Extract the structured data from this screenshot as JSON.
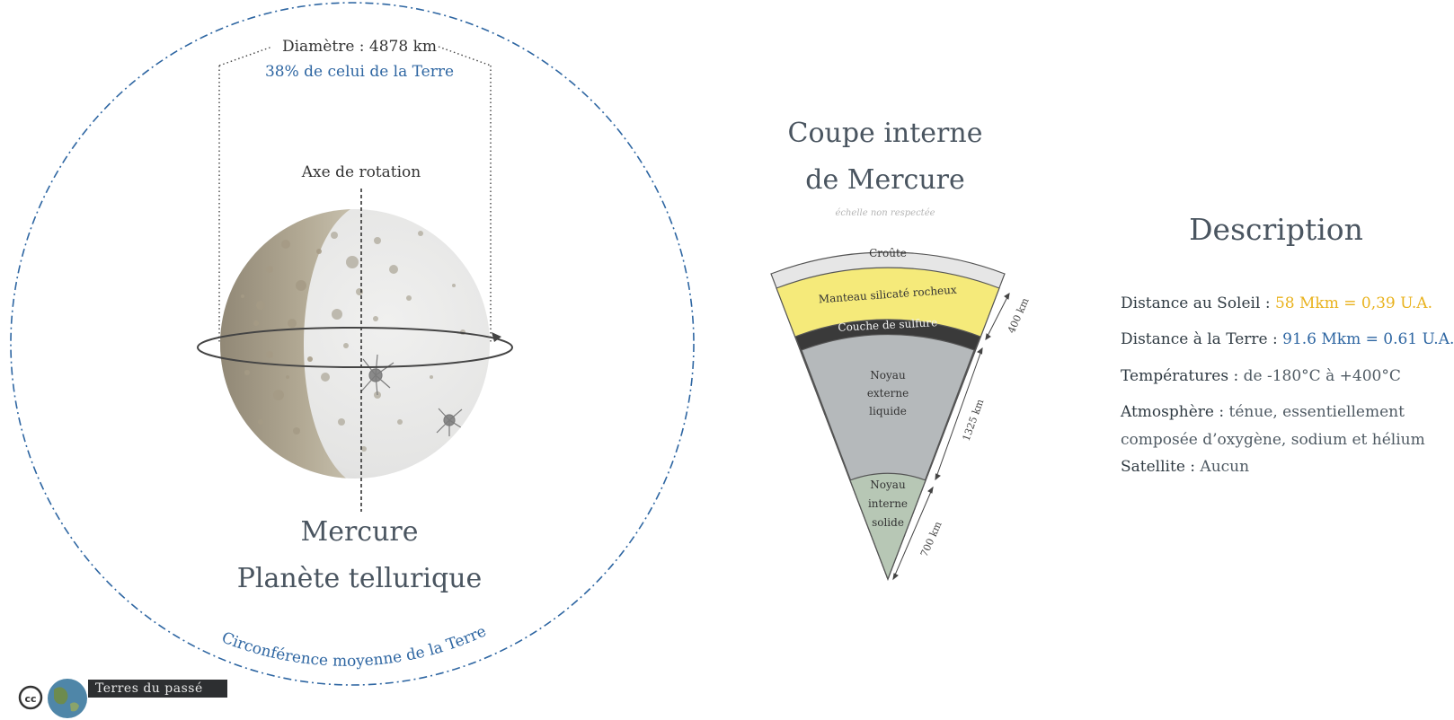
{
  "planet": {
    "diameter_label": "Diamètre : 4878 km",
    "diameter_ratio": "38% de celui de la Terre",
    "axis_label": "Axe de rotation",
    "name_line1": "Mercure",
    "name_line2": "Planète tellurique",
    "earth_circumference_label": "Circonférence moyenne de la Terre"
  },
  "cross_section": {
    "title_line1": "Coupe interne",
    "title_line2": "de Mercure",
    "note": "échelle non respectée",
    "layers": {
      "crust": "Croûte",
      "mantle": "Manteau silicaté rocheux",
      "sulfide": "Couche de sulfure",
      "outer_core_1": "Noyau",
      "outer_core_2": "externe",
      "outer_core_3": "liquide",
      "inner_core_1": "Noyau",
      "inner_core_2": "interne",
      "inner_core_3": "solide"
    },
    "dimensions": {
      "mantle_thickness": "400 km",
      "outer_core_thickness": "1325 km",
      "inner_core_radius": "700 km"
    }
  },
  "description": {
    "title": "Description",
    "sun_label": "Distance au Soleil : ",
    "sun_value": "58 Mkm = 0,39 U.A.",
    "earth_label": "Distance à la Terre : ",
    "earth_value": "91.6 Mkm = 0.61 U.A.",
    "temp_label": "Températures : ",
    "temp_value": "de -180°C à +400°C",
    "atmo_label": "Atmosphère : ",
    "atmo_value_1": "ténue, essentiellement",
    "atmo_value_2": "composée d’oxygène, sodium et hélium",
    "satellite_label": "Satellite : ",
    "satellite_value": "Aucun"
  },
  "credit": {
    "text": "Terres du passé",
    "license": "cc"
  },
  "colors": {
    "blue_accent": "#2e66a2",
    "yellow_accent": "#e9b21d",
    "mantle": "#f5ea7a",
    "sulfide": "#3a3a3a",
    "outer_core": "#b5b9bb",
    "inner_core": "#b7c7b5",
    "crust": "#e6e6e6"
  }
}
